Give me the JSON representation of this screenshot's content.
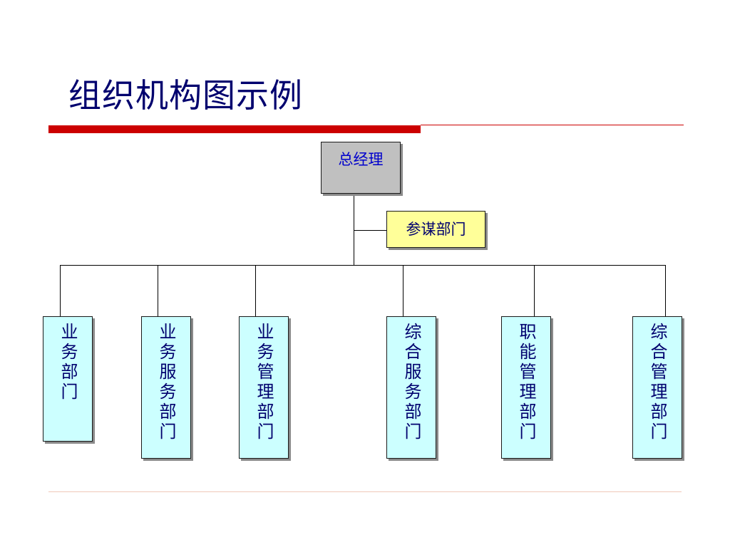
{
  "title": "组织机构图示例",
  "chart": {
    "root": {
      "label": "总经理"
    },
    "staff": {
      "label": "参谋部门"
    },
    "departments": [
      {
        "label": "业务部门"
      },
      {
        "label": "业务服务部门"
      },
      {
        "label": "业务管理部门"
      },
      {
        "label": "综合服务部门"
      },
      {
        "label": "职能管理部门"
      },
      {
        "label": "综合管理部门"
      }
    ]
  },
  "colors": {
    "title": "#00006e",
    "accent_rule": "#cc0000",
    "root_fill": "#c0c0c0",
    "root_text": "#0000cc",
    "staff_fill": "#ffff99",
    "dept_fill": "#ccffff",
    "dept_text": "#00006e"
  }
}
